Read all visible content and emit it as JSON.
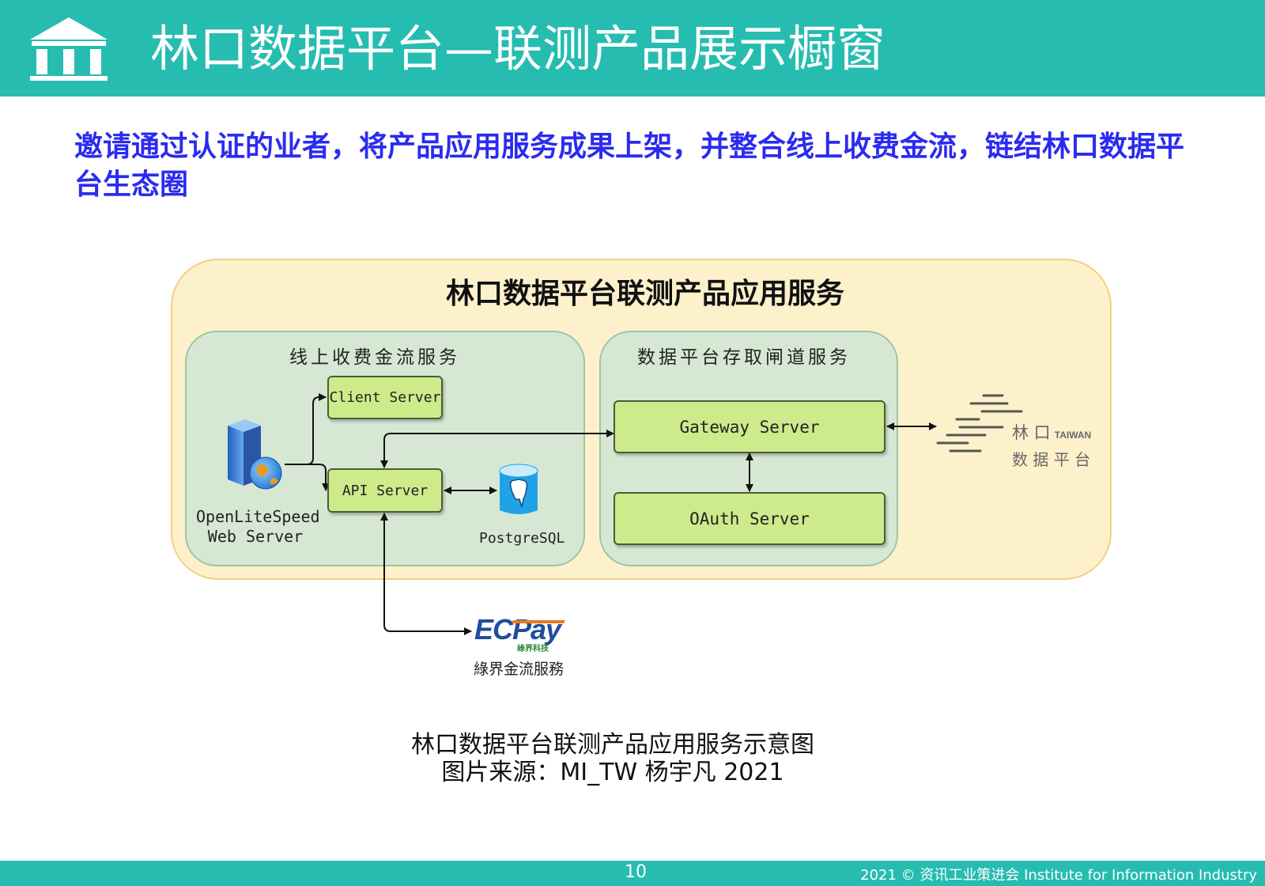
{
  "header": {
    "title": "林口数据平台—联测产品展示橱窗"
  },
  "subtitle": "邀请通过认证的业者，将产品应用服务成果上架，并整合线上收费金流，链结林口数据平台生态圈",
  "diagram": {
    "title": "林口数据平台联测产品应用服务",
    "left_panel": {
      "label": "线上收费金流服务"
    },
    "right_panel": {
      "label": "数据平台存取闸道服务"
    },
    "nodes": {
      "client_server": "Client Server",
      "api_server": "API Server",
      "gateway_server": "Gateway Server",
      "oauth_server": "OAuth Server"
    },
    "web_server": {
      "line1": "OpenLiteSpeed",
      "line2": "Web Server"
    },
    "postgres": "PostgreSQL",
    "ecpay": {
      "brand": "ECPay",
      "brand_sub": "綠界科技",
      "label": "綠界金流服務"
    },
    "taiwan_logo": {
      "line1": "林 口",
      "tag": "TAIWAN",
      "line2": "数 据 平 台"
    }
  },
  "figure_caption": {
    "line1": "林口数据平台联测产品应用服务示意图",
    "line2": "图片来源：MI_TW 杨宇凡  2021"
  },
  "footer": {
    "page": "10",
    "copyright": "2021 ©  资讯工业策进会 Institute for Information Industry"
  },
  "colors": {
    "header": "#26bcb0",
    "subtitle": "#2b2bf0",
    "outer": "#fdf1cc",
    "panel": "#d6e8d4",
    "node": "#cdeb8b"
  }
}
